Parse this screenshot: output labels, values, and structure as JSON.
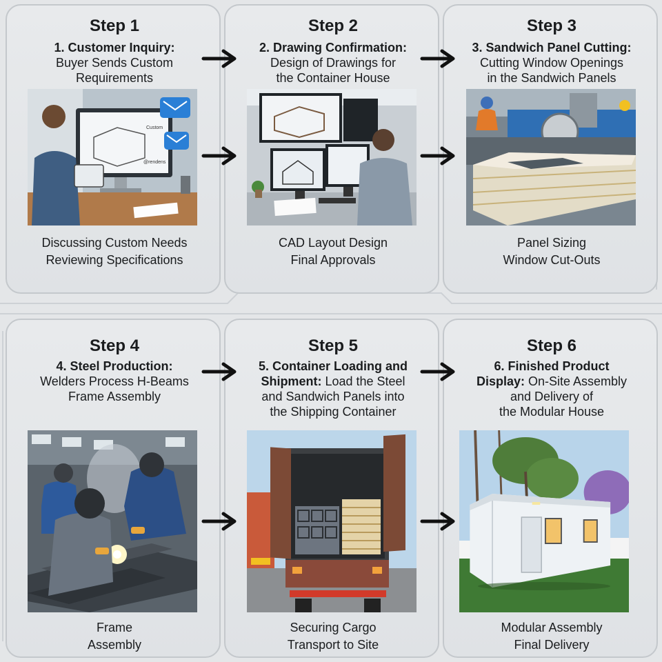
{
  "steps": [
    {
      "step_label": "Step 1",
      "heading": "1. Customer Inquiry:",
      "lines": [
        "Buyer Sends Custom",
        "Requirements"
      ],
      "image_alt": "Customer designing on computer and tablet",
      "caption": [
        "Discussing Custom Needs",
        "Reviewing Specifications"
      ],
      "screen_text": [
        "Custom",
        "@rendens"
      ]
    },
    {
      "step_label": "Step 2",
      "heading": "2. Drawing Confirmation:",
      "lines": [
        "Design of Drawings for",
        "the Container House"
      ],
      "image_alt": "Engineer reviewing CAD drawings",
      "caption": [
        "CAD Layout Design",
        "Final Approvals"
      ]
    },
    {
      "step_label": "Step 3",
      "heading": "3. Sandwich Panel Cutting:",
      "lines": [
        "Cutting Window Openings",
        "in the Sandwich Panels"
      ],
      "image_alt": "Sandwich panels cut on saw table",
      "caption": [
        "Panel Sizing",
        "Window Cut-Outs"
      ]
    },
    {
      "step_label": "Step 4",
      "heading": "4. Steel Production:",
      "lines": [
        "Welders Process H-Beams",
        "Frame Assembly"
      ],
      "image_alt": "Welders assembling steel frame",
      "caption": [
        "Frame",
        "Assembly"
      ]
    },
    {
      "step_label": "Step 5",
      "heading": "5. Container Loading and",
      "heading2": "Shipment:",
      "lines": [
        " Load the Steel",
        "and Sandwich Panels into",
        "the Shipping Container"
      ],
      "image_alt": "Shipping container loaded with steel and panels",
      "caption": [
        "Securing Cargo",
        "Transport to Site"
      ]
    },
    {
      "step_label": "Step 6",
      "heading": "6. Finished Product",
      "heading2": "Display:",
      "lines": [
        " On-Site Assembly",
        "and Delivery of",
        "the Modular House"
      ],
      "image_alt": "Finished modular house on lawn",
      "caption": [
        "Modular Assembly",
        "Final Delivery"
      ]
    }
  ],
  "colors": {
    "background": "#e4e6e8",
    "panel_border": "#c4c8cc",
    "text": "#1a1c1e",
    "arrow": "#111111"
  },
  "icons": [
    "arrow-right-icon"
  ]
}
